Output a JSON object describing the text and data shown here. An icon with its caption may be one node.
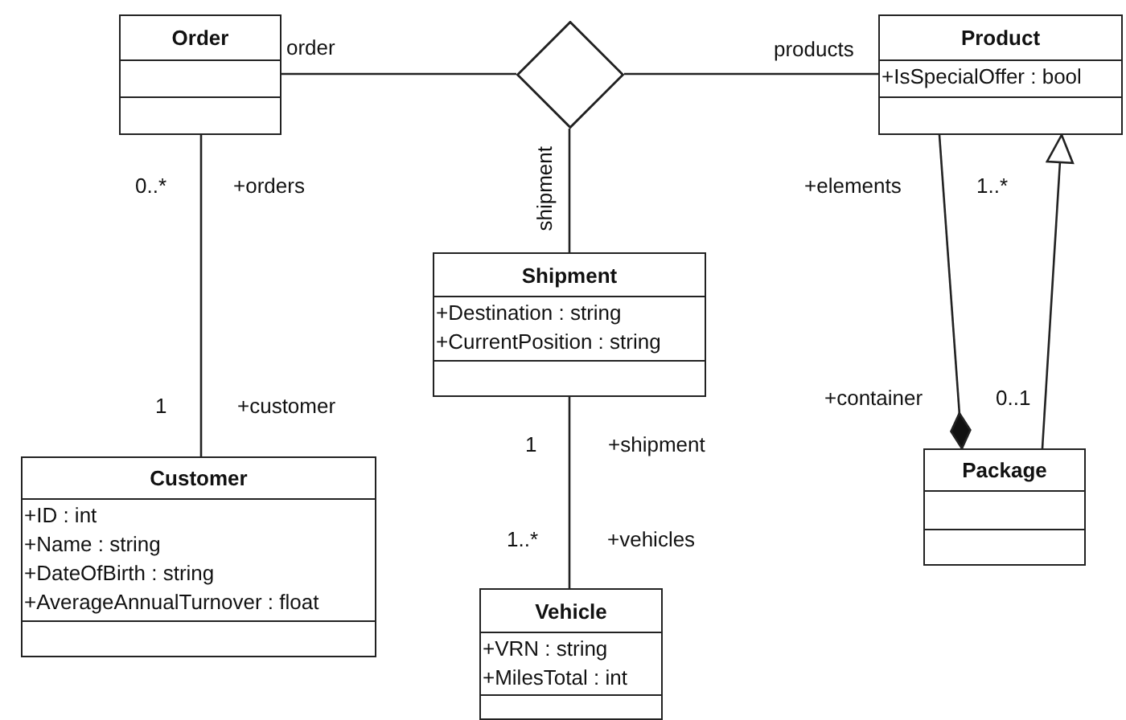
{
  "diagram": {
    "nodes": [
      {
        "text": [
          "Order"
        ]
      },
      {
        "text": [],
        "shape": "diamond"
      },
      {
        "text": [
          "Product",
          "+IsSpecialOffer : bool"
        ]
      },
      {
        "text": [
          "Shipment",
          "+Destination : string",
          "+CurrentPosition : string"
        ]
      },
      {
        "text": [
          "Package"
        ]
      },
      {
        "text": [
          "Customer",
          "+ID : int",
          "+Name : string",
          "+DateOfBirth : string",
          "+AverageAnnualTurnover : float"
        ]
      },
      {
        "text": [
          "Vehicle",
          "+VRN : string",
          "+MilesTotal : int"
        ]
      }
    ],
    "edges": [
      {
        "from": 0,
        "to": 1,
        "arrow": "none",
        "label": "order"
      },
      {
        "from": 1,
        "to": 2,
        "arrow": "none",
        "label": "products"
      },
      {
        "from": 1,
        "to": 3,
        "arrow": "none",
        "label": "shipment"
      },
      {
        "from": 0,
        "to": 5,
        "arrow": "none"
      },
      {
        "from": 3,
        "to": 6,
        "arrow": "none"
      },
      {
        "from": 4,
        "to": 2,
        "arrow": "other"
      },
      {
        "from": 4,
        "to": 2,
        "arrow": "to"
      }
    ],
    "labels": [
      "0..*",
      "+orders",
      "+elements",
      "1..*",
      "1",
      "+customer",
      "+container",
      "0..1",
      "1",
      "+shipment",
      "1..*",
      "+vehicles"
    ]
  }
}
